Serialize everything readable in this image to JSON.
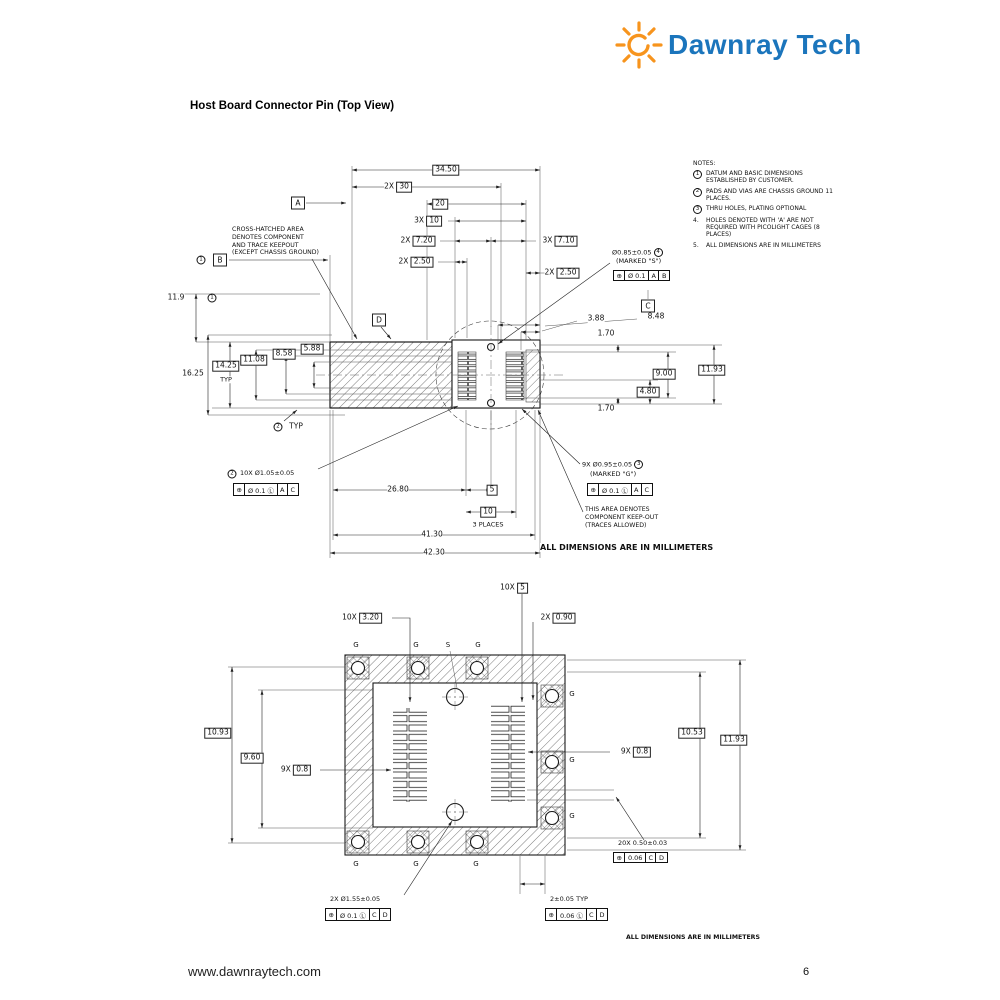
{
  "page": {
    "title": "Host Board Connector Pin (Top View)",
    "footer_url": "www.dawnraytech.com",
    "page_number": "6"
  },
  "logo": {
    "text": "Dawnray Tech"
  },
  "notes": {
    "heading": "NOTES:",
    "items": [
      {
        "num": "1",
        "text": "DATUM AND BASIC DIMENSIONS ESTABLISHED BY CUSTOMER."
      },
      {
        "num": "2",
        "text": "PADS AND VIAS ARE CHASSIS GROUND 11 PLACES."
      },
      {
        "num": "3",
        "text": "THRU HOLES, PLATING OPTIONAL"
      },
      {
        "num": "4.",
        "text": "HOLES DENOTED WITH 'A' ARE NOT REQUIRED WITH PICOLIGHT CAGES (8 PLACES)"
      },
      {
        "num": "5.",
        "text": "ALL DIMENSIONS ARE IN MILLIMETERS"
      }
    ]
  },
  "top": {
    "dim_3450": "34.50",
    "pre_30": "2X",
    "dim_30": "30",
    "dim_20": "20",
    "pre_10": "3X",
    "dim_10": "10",
    "pre_720": "2X",
    "dim_720": "7.20",
    "pre_710": "3X",
    "dim_710": "7.10",
    "pre_250l": "2X",
    "dim_250l": "2.50",
    "pre_250r": "2X",
    "dim_250r": "2.50",
    "datum_a": "A",
    "datum_b": "B",
    "datum_c": "C",
    "datum_d": "D",
    "ref_datum_b": "1",
    "dim_119": "11.9",
    "ref_119": "1",
    "dim_1625": "16.25",
    "dim_1425": "14.25",
    "suf_1425": "TYP",
    "dim_1108": "11.08",
    "dim_858": "8.58",
    "dim_588": "5.88",
    "dim_388": "3.88",
    "dim_170a": "1.70",
    "dim_848": "8.48",
    "dim_1193": "11.93",
    "dim_900": "9.00",
    "dim_480": "4.80",
    "dim_170b": "1.70",
    "ref_2typ": "2",
    "suf_2typ": "TYP",
    "dim_2680": "26.80",
    "dim_5": "5",
    "dim_10b": "10",
    "suf_10b": "3 PLACES",
    "dim_4130": "41.30",
    "dim_4230": "42.30",
    "callout_hatch": "CROSS-HATCHED AREA\nDENOTES COMPONENT\nAND TRACE KEEPOUT\n(EXCEPT CHASSIS GROUND)",
    "callout_s_dim": "Ø0.85±0.05",
    "callout_s_ref": "4",
    "callout_s_marked": "(MARKED \"S\")",
    "fcf_s": [
      "⊕",
      "Ø 0.1",
      "A",
      "B"
    ],
    "callout_10x_ref": "2",
    "callout_10x": "10X Ø1.05±0.05",
    "fcf_10x": [
      "⊕",
      "Ø 0.1 Ⓛ",
      "A",
      "C"
    ],
    "callout_9x": "9X Ø0.95±0.05",
    "callout_9x_ref": "3",
    "callout_9x_marked": "(MARKED \"G\")",
    "fcf_9x": [
      "⊕",
      "Ø 0.1 Ⓛ",
      "A",
      "C"
    ],
    "callout_keepout": "THIS AREA DENOTES\nCOMPONENT KEEP-OUT\n(TRACES ALLOWED)",
    "all_dims": "ALL DIMENSIONS ARE IN MILLIMETERS"
  },
  "bottom": {
    "pre_5": "10X",
    "dim_5": "5",
    "pre_320": "10X",
    "dim_320": "3.20",
    "pre_090": "2X",
    "dim_090": "0.90",
    "dim_1093": "10.93",
    "dim_960": "9.60",
    "pre_08l": "9X",
    "dim_08l": "0.8",
    "dim_1053": "10.53",
    "dim_1193": "11.93",
    "pre_08r": "9X",
    "dim_08r": "0.8",
    "callout_20x": "20X 0.50±0.03",
    "fcf_20x": [
      "⊕",
      "0.06",
      "C",
      "D"
    ],
    "callout_2x": "2X Ø1.55±0.05",
    "fcf_2x": [
      "⊕",
      "Ø 0.1 Ⓛ",
      "C",
      "D"
    ],
    "callout_2typ": "2±0.05 TYP",
    "fcf_2typ": [
      "⊕",
      "0.06 Ⓛ",
      "C",
      "D"
    ],
    "g": "G",
    "s": "S",
    "all_dims": "ALL DIMENSIONS ARE IN MILLIMETERS"
  }
}
